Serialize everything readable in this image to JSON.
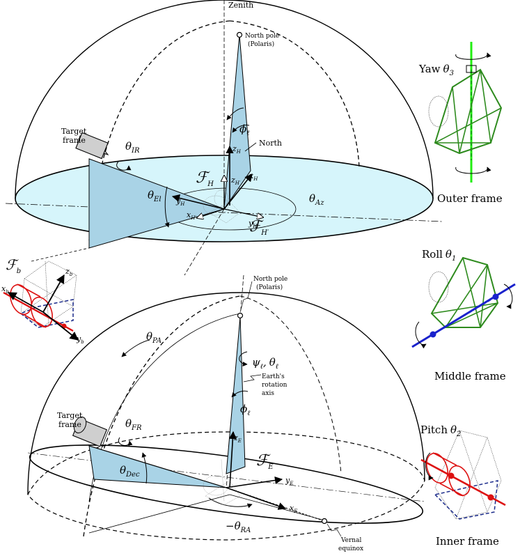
{
  "top_diagram": {
    "zenith": "Zenith",
    "north_pole_line1": "North pole",
    "north_pole_line2": "(Polaris)",
    "north": "North",
    "target_frame_line1": "Target",
    "target_frame_line2": "frame",
    "theta": "θ",
    "sub_IR": "IR",
    "sub_El": "El",
    "sub_Az": "Az",
    "phi": "ϕ",
    "sub_l": "ℓ",
    "frame_F": "ℱ",
    "sub_H": "H",
    "sub_Hprime": "H′",
    "x": "x",
    "y": "y",
    "z": "z"
  },
  "body_frame": {
    "frame_F": "ℱ",
    "sub_b": "b"
  },
  "bottom_diagram": {
    "north_pole_line1": "North pole",
    "north_pole_line2": "(Polaris)",
    "earth_axis_line1": "Earth's",
    "earth_axis_line2": "rotation",
    "earth_axis_line3": "axis",
    "target_frame_line1": "Target",
    "target_frame_line2": "frame",
    "vernal_line1": "Vernal",
    "vernal_line2": "equinox",
    "theta": "θ",
    "sub_PA": "PA",
    "sub_FR": "FR",
    "sub_Dec": "Dec",
    "sub_RA": "RA",
    "minus": "−",
    "psi": "ψ",
    "phi": "ϕ",
    "sub_l": "ℓ",
    "comma": ",",
    "frame_F": "ℱ",
    "sub_E": "E",
    "x": "x",
    "y": "y",
    "z": "z"
  },
  "gimbal_panels": {
    "yaw_word": "Yaw",
    "yaw_sym": "θ",
    "yaw_sub": "3",
    "outer_caption": "Outer frame",
    "roll_word": "Roll",
    "roll_sym": "θ",
    "roll_sub": "1",
    "middle_caption": "Middle frame",
    "pitch_word": "Pitch",
    "pitch_sym": "θ",
    "pitch_sub": "2",
    "inner_caption": "Inner frame"
  },
  "colors": {
    "wedge_fill": "#a9d3e6",
    "horizon_fill": "#d6f5fb",
    "gimbal_green": "#2e8b1e",
    "axis_lime": "#22ee11",
    "roll_blue": "#1a22cc",
    "pitch_red": "#dd1111",
    "dash_navy": "#1a2a8a",
    "target_gray": "#cfcfcf"
  }
}
